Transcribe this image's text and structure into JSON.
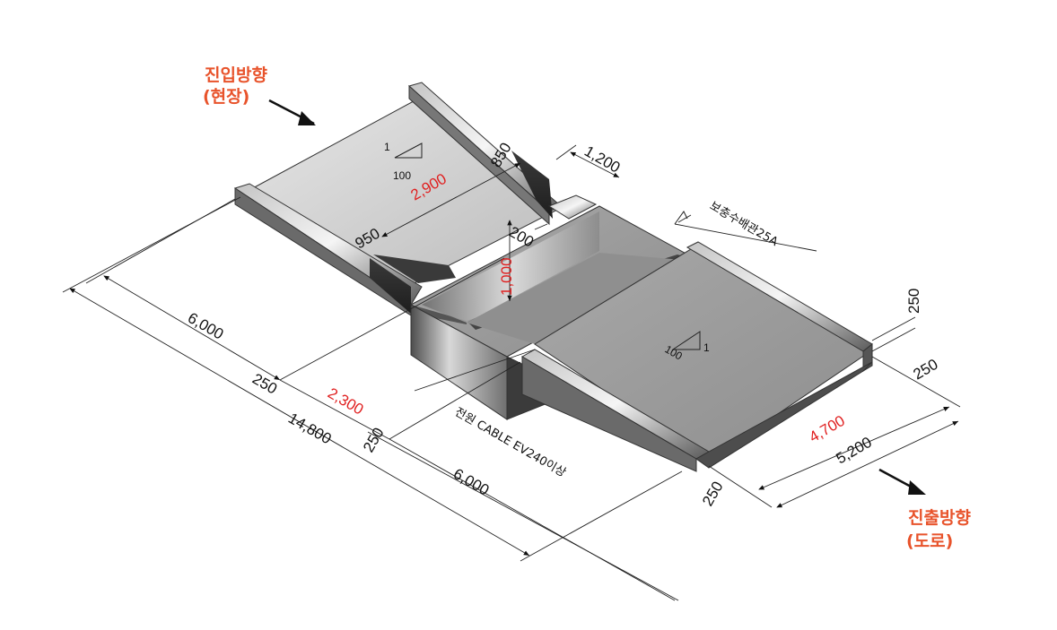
{
  "entry_direction": {
    "line1": "진입방향",
    "line2": "(현장)"
  },
  "exit_direction": {
    "line1": "진출방향",
    "line2": "(도로)"
  },
  "dimensions": {
    "d6000_top": "6,000",
    "d250_a": "250",
    "d2300": "2,300",
    "d14800": "14,800",
    "d250_b": "250",
    "d6000_bottom": "6,000",
    "d2900": "2,900",
    "d850": "850",
    "d950": "950",
    "d1200": "1,200",
    "d200": "200",
    "d1000": "1,000",
    "d250_right_top": "250",
    "d250_right": "250",
    "d4700": "4,700",
    "d5200": "5,200",
    "d250_bottom": "250"
  },
  "notes": {
    "pipe": "보충수배관25A",
    "cable": "전원 CABLE EV240이상"
  },
  "slopes": {
    "upper": {
      "rise": "1",
      "run": "100"
    },
    "lower": {
      "rise": "1",
      "run": "100"
    }
  },
  "colors": {
    "direction": "#e8532b",
    "highlight_dim": "#e01f1f"
  }
}
